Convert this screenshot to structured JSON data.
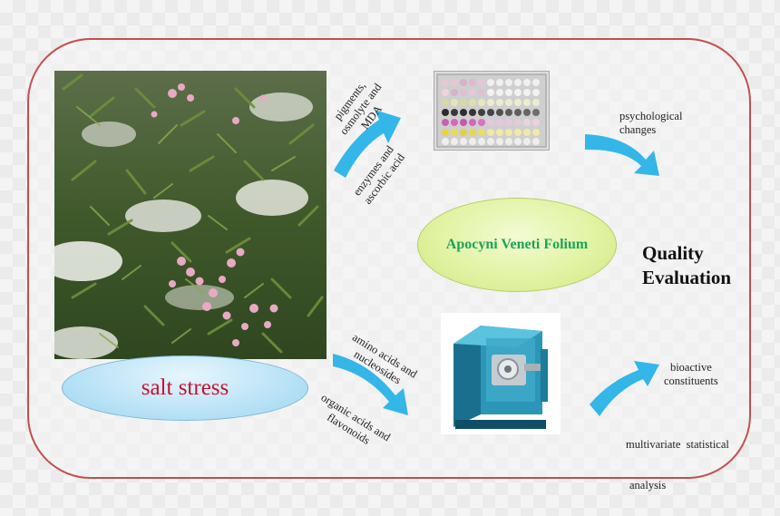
{
  "salt_stress_label": "salt stress",
  "center_label": "Apocyni Veneti Folium",
  "quality_title": [
    "Quality",
    "Evaluation"
  ],
  "top_arrow_labels": {
    "upper": [
      "pigments,",
      "osmolyte and",
      "MDA"
    ],
    "lower": [
      "enzymes and",
      "ascorbic acid"
    ]
  },
  "bottom_arrow_labels": {
    "upper": [
      "amino acids and",
      "nucleosides"
    ],
    "lower": [
      "organic acids and",
      "flavonoids"
    ]
  },
  "right_top_label": [
    "psychological",
    "changes"
  ],
  "right_bottom_labels": {
    "upper": [
      "bioactive",
      "constituents"
    ],
    "lower": [
      "multivariate  statistical",
      "analysis"
    ]
  },
  "colors": {
    "frame": "#c0504d",
    "arrow": "#35b6e8",
    "salt_text": "#c8102e",
    "center_text": "#1aa55a"
  }
}
